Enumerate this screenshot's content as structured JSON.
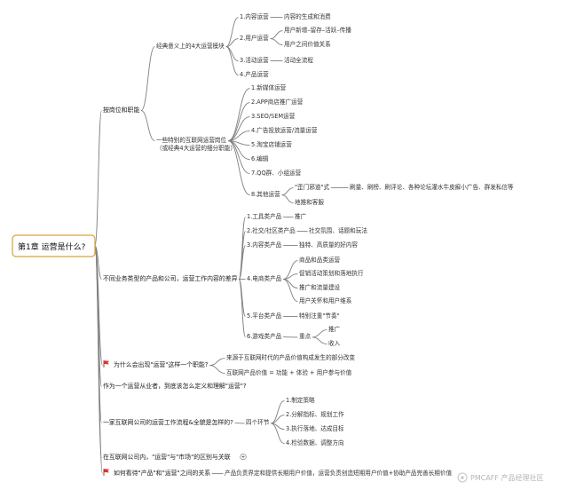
{
  "root": {
    "label": "第1章 运营是什么?"
  },
  "branch_post": {
    "label": "按岗位和职能",
    "classic": {
      "label": "经典意义上的4大运营模块",
      "items": [
        {
          "label": "1.内容运营",
          "children": [
            "内容的生成和消费"
          ]
        },
        {
          "label": "2.用户运营",
          "children": [
            "用户新增–留存–活跃–传播",
            "用户之间价值关系"
          ]
        },
        {
          "label": "3.活动运营",
          "children": [
            "活动全流程"
          ]
        },
        {
          "label": "4.产品运营",
          "children": []
        }
      ]
    },
    "special": {
      "label_line1": "一些特别的互联网运营岗位",
      "label_line2": "（或经典4大运营的细分职能）",
      "items": [
        "1.新媒体运营",
        "2.APP商店推广运营",
        "3.SEO/SEM运营",
        "4.广告投放运营/流量运营",
        "5.淘宝店铺运营",
        "6.编辑",
        "7.QQ群、小组运营"
      ],
      "other": {
        "label": "8.其他运营",
        "children": [
          {
            "label": "\"歪门邪道\"式",
            "children": [
              "刷量、刷榜、刷评论、各种论坛灌水牛皮癣小广告、群发私信等"
            ]
          },
          {
            "label": "地推和客服",
            "children": []
          }
        ]
      }
    }
  },
  "branch_product": {
    "label": "不同业务类型的产品和公司，运营工作内容的差异",
    "items": [
      {
        "label": "1.工具类产品",
        "children": [
          "推广"
        ]
      },
      {
        "label": "2.社交/社区类产品",
        "children": [
          "社交氛围、话题和玩法"
        ]
      },
      {
        "label": "3.内容类产品",
        "children": [
          "独特、高质量的好内容"
        ]
      },
      {
        "label": "4.电商类产品",
        "children": [
          "商品和品类运营",
          "促销活动策划和落地执行",
          "推广和流量建设",
          "用户关怀和用户维系"
        ]
      },
      {
        "label": "5.平台类产品",
        "children": [
          "特别注重\"节奏\""
        ]
      },
      {
        "label": "6.游戏类产品",
        "children": [
          {
            "label": "重点",
            "children": [
              "推广",
              "收入"
            ]
          }
        ]
      }
    ]
  },
  "branch_why": {
    "label": "为什么会出现\"运营\"这样一个职能?",
    "children": [
      "来源于互联网时代的产品价值构成发生的部分改变",
      "互联网产品价值 = 功能 + 体验 + 用户参与价值"
    ]
  },
  "branch_define": {
    "label": "作为一个运营从业者，到底该怎么定义和理解\"运营\"?"
  },
  "branch_flow": {
    "label": "一家互联网公司的运营工作流程&全貌是怎样的?",
    "node": "四个环节",
    "children": [
      "1.制定策略",
      "2.分解指标、规划工作",
      "3.执行落地、达成目标",
      "4.检验数据、调整方向"
    ]
  },
  "branch_diff": {
    "label": "在互联网公司内，\"运营\"与\"市场\"的区别与关联"
  },
  "branch_relation": {
    "label": "如何看待\"产品\"和\"运营\"之间的关系",
    "children": [
      "产品负责界定和提供长期用户价值，运营负责创造短期用户价值+协助产品完善长期价值"
    ]
  },
  "watermark": {
    "label": "PMCAFF 产品经理社区"
  },
  "colors": {
    "accent": "#d8a23a",
    "flag": "#d9352b",
    "line": "#7f7f7f"
  }
}
